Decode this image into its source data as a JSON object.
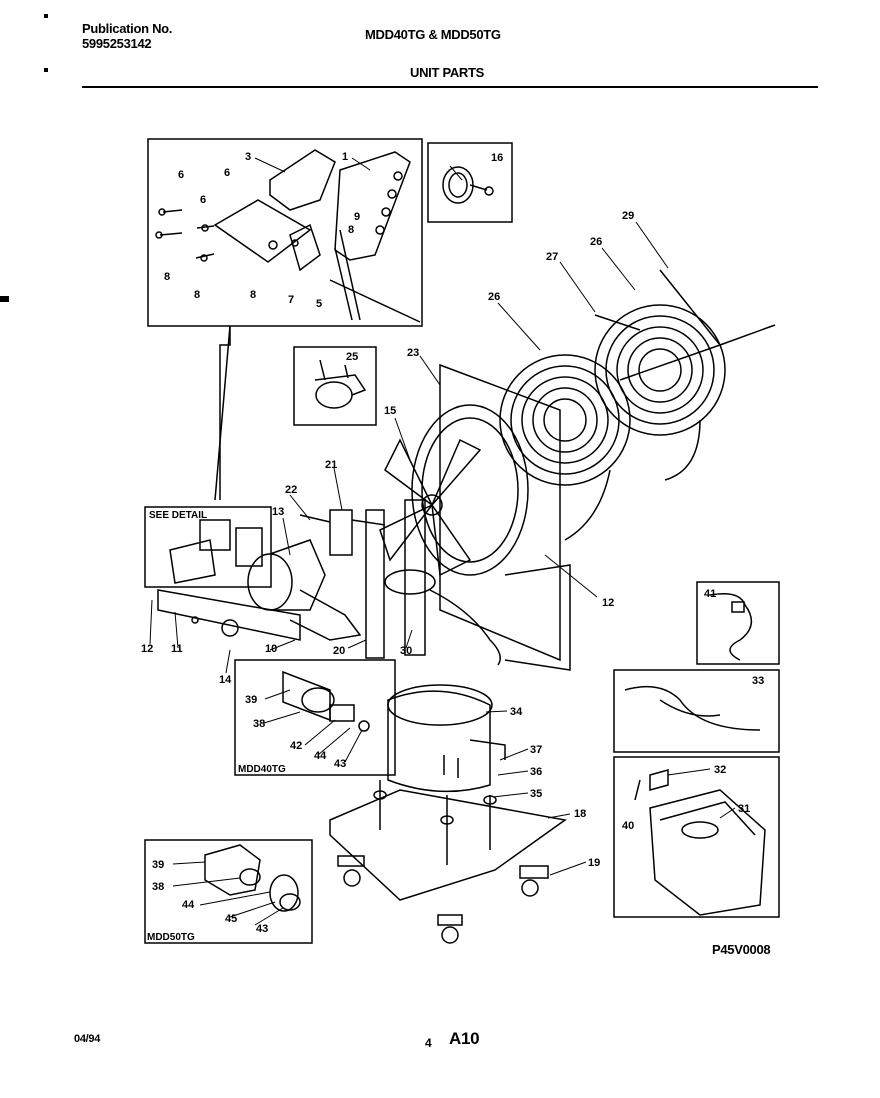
{
  "header": {
    "publication_label": "Publication No.",
    "publication_number": "5995253142",
    "models": "MDD40TG & MDD50TG",
    "section_title": "UNIT PARTS"
  },
  "diagram": {
    "detail_label": "SEE DETAIL",
    "mdd40_label": "MDD40TG",
    "mdd50_label": "MDD50TG",
    "reference_code": "P45V0008",
    "callouts": [
      {
        "id": "c3",
        "text": "3"
      },
      {
        "id": "c1",
        "text": "1"
      },
      {
        "id": "c16",
        "text": "16"
      },
      {
        "id": "c6a",
        "text": "6"
      },
      {
        "id": "c6b",
        "text": "6"
      },
      {
        "id": "c6c",
        "text": "6"
      },
      {
        "id": "c8a",
        "text": "8"
      },
      {
        "id": "c8b",
        "text": "8"
      },
      {
        "id": "c8c",
        "text": "8"
      },
      {
        "id": "c8d",
        "text": "8"
      },
      {
        "id": "c7",
        "text": "7"
      },
      {
        "id": "c5",
        "text": "5"
      },
      {
        "id": "c9",
        "text": "9"
      },
      {
        "id": "c29",
        "text": "29"
      },
      {
        "id": "c26a",
        "text": "26"
      },
      {
        "id": "c27",
        "text": "27"
      },
      {
        "id": "c26b",
        "text": "26"
      },
      {
        "id": "c25",
        "text": "25"
      },
      {
        "id": "c23",
        "text": "23"
      },
      {
        "id": "c15",
        "text": "15"
      },
      {
        "id": "c21",
        "text": "21"
      },
      {
        "id": "c22",
        "text": "22"
      },
      {
        "id": "c13",
        "text": "13"
      },
      {
        "id": "c12a",
        "text": "12"
      },
      {
        "id": "c12b",
        "text": "12"
      },
      {
        "id": "c11",
        "text": "11"
      },
      {
        "id": "c10",
        "text": "10"
      },
      {
        "id": "c14",
        "text": "14"
      },
      {
        "id": "c20",
        "text": "20"
      },
      {
        "id": "c30",
        "text": "30"
      },
      {
        "id": "c41",
        "text": "41"
      },
      {
        "id": "c33",
        "text": "33"
      },
      {
        "id": "c39a",
        "text": "39"
      },
      {
        "id": "c38a",
        "text": "38"
      },
      {
        "id": "c42",
        "text": "42"
      },
      {
        "id": "c44a",
        "text": "44"
      },
      {
        "id": "c43a",
        "text": "43"
      },
      {
        "id": "c34",
        "text": "34"
      },
      {
        "id": "c37",
        "text": "37"
      },
      {
        "id": "c36",
        "text": "36"
      },
      {
        "id": "c35",
        "text": "35"
      },
      {
        "id": "c18",
        "text": "18"
      },
      {
        "id": "c19",
        "text": "19"
      },
      {
        "id": "c32",
        "text": "32"
      },
      {
        "id": "c31",
        "text": "31"
      },
      {
        "id": "c40",
        "text": "40"
      },
      {
        "id": "c39b",
        "text": "39"
      },
      {
        "id": "c38b",
        "text": "38"
      },
      {
        "id": "c44b",
        "text": "44"
      },
      {
        "id": "c45",
        "text": "45"
      },
      {
        "id": "c43b",
        "text": "43"
      }
    ]
  },
  "footer": {
    "date": "04/94",
    "page_number": "4",
    "page_code": "A10"
  }
}
